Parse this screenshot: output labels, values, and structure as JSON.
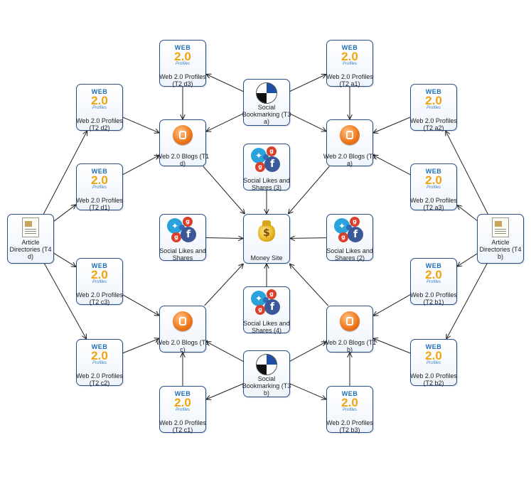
{
  "nodes": {
    "t2d3": {
      "label": "Web 2.0 Profiles (T2 d3)",
      "icon": "web20-icon"
    },
    "t2a1": {
      "label": "Web 2.0 Profiles (T2 a1)",
      "icon": "web20-icon"
    },
    "t2d2": {
      "label": "Web 2.0 Profiles (T2 d2)",
      "icon": "web20-icon"
    },
    "t3a": {
      "label": "Social Bookmarking (T3 a)",
      "icon": "bookmark-icon"
    },
    "t2a2": {
      "label": "Web 2.0 Profiles (T2 a2)",
      "icon": "web20-icon"
    },
    "t1d": {
      "label": "Web 2.0 Blogs (T1 d)",
      "icon": "blogger-icon"
    },
    "t1a": {
      "label": "Web 2.0 Blogs (T1 a)",
      "icon": "blogger-icon"
    },
    "sl3": {
      "label": "Social Likes and Shares (3)",
      "icon": "social-icon"
    },
    "t2d1": {
      "label": "Web 2.0 Profiles (T2 d1)",
      "icon": "web20-icon"
    },
    "t2a3": {
      "label": "Web 2.0 Profiles (T2 a3)",
      "icon": "web20-icon"
    },
    "t4d": {
      "label": "Article Directories (T4 d)",
      "icon": "article-icon"
    },
    "sl1": {
      "label": "Social Likes and Shares",
      "icon": "social-icon"
    },
    "money": {
      "label": "Money Site",
      "icon": "money-bag-icon"
    },
    "sl2": {
      "label": "Social Likes and Shares (2)",
      "icon": "social-icon"
    },
    "t4b": {
      "label": "Article Directories (T4 b)",
      "icon": "article-icon"
    },
    "t2c3": {
      "label": "Web 2.0 Profiles (T2 c3)",
      "icon": "web20-icon"
    },
    "sl4": {
      "label": "Social Likes and Shares (4)",
      "icon": "social-icon"
    },
    "t2b1": {
      "label": "Web 2.0 Profiles (T2 b1)",
      "icon": "web20-icon"
    },
    "t1c": {
      "label": "Web 2.0 Blogs (T1 c)",
      "icon": "blogger-icon"
    },
    "t1b": {
      "label": "Web 2.0 Blogs (T1 b)",
      "icon": "blogger-icon"
    },
    "t2c2": {
      "label": "Web 2.0 Profiles (T2 c2)",
      "icon": "web20-icon"
    },
    "t3b": {
      "label": "Social Bookmarking (T3 b)",
      "icon": "bookmark-icon"
    },
    "t2b2": {
      "label": "Web 2.0 Profiles (T2 b2)",
      "icon": "web20-icon"
    },
    "t2c1": {
      "label": "Web 2.0 Profiles (T2 c1)",
      "icon": "web20-icon"
    },
    "t2b3": {
      "label": "Web 2.0 Profiles (T2 b3)",
      "icon": "web20-icon"
    }
  },
  "logo_text": {
    "line1": "WEB",
    "line2": "2.0",
    "line3": "Profiles"
  },
  "edges": [
    [
      "t1a",
      "money"
    ],
    [
      "t1b",
      "money"
    ],
    [
      "t1c",
      "money"
    ],
    [
      "t1d",
      "money"
    ],
    [
      "sl1",
      "money"
    ],
    [
      "sl2",
      "money"
    ],
    [
      "sl3",
      "money"
    ],
    [
      "sl4",
      "money"
    ],
    [
      "t2d3",
      "t1d"
    ],
    [
      "t2d2",
      "t1d"
    ],
    [
      "t2d1",
      "t1d"
    ],
    [
      "t3a",
      "t1d"
    ],
    [
      "t3a",
      "t2d3"
    ],
    [
      "t2a1",
      "t1a"
    ],
    [
      "t2a2",
      "t1a"
    ],
    [
      "t2a3",
      "t1a"
    ],
    [
      "t3a",
      "t1a"
    ],
    [
      "t3a",
      "t2a1"
    ],
    [
      "t2c3",
      "t1c"
    ],
    [
      "t2c2",
      "t1c"
    ],
    [
      "t2c1",
      "t1c"
    ],
    [
      "t3b",
      "t1c"
    ],
    [
      "t3b",
      "t2c1"
    ],
    [
      "t2b1",
      "t1b"
    ],
    [
      "t2b2",
      "t1b"
    ],
    [
      "t2b3",
      "t1b"
    ],
    [
      "t3b",
      "t1b"
    ],
    [
      "t3b",
      "t2b3"
    ],
    [
      "t4d",
      "t2d2"
    ],
    [
      "t4d",
      "t2d1"
    ],
    [
      "t4d",
      "t2c3"
    ],
    [
      "t4d",
      "t2c2"
    ],
    [
      "t4b",
      "t2a2"
    ],
    [
      "t4b",
      "t2a3"
    ],
    [
      "t4b",
      "t2b1"
    ],
    [
      "t4b",
      "t2b2"
    ]
  ],
  "colors": {
    "border": "#2b4f8a",
    "edge": "#222222"
  }
}
